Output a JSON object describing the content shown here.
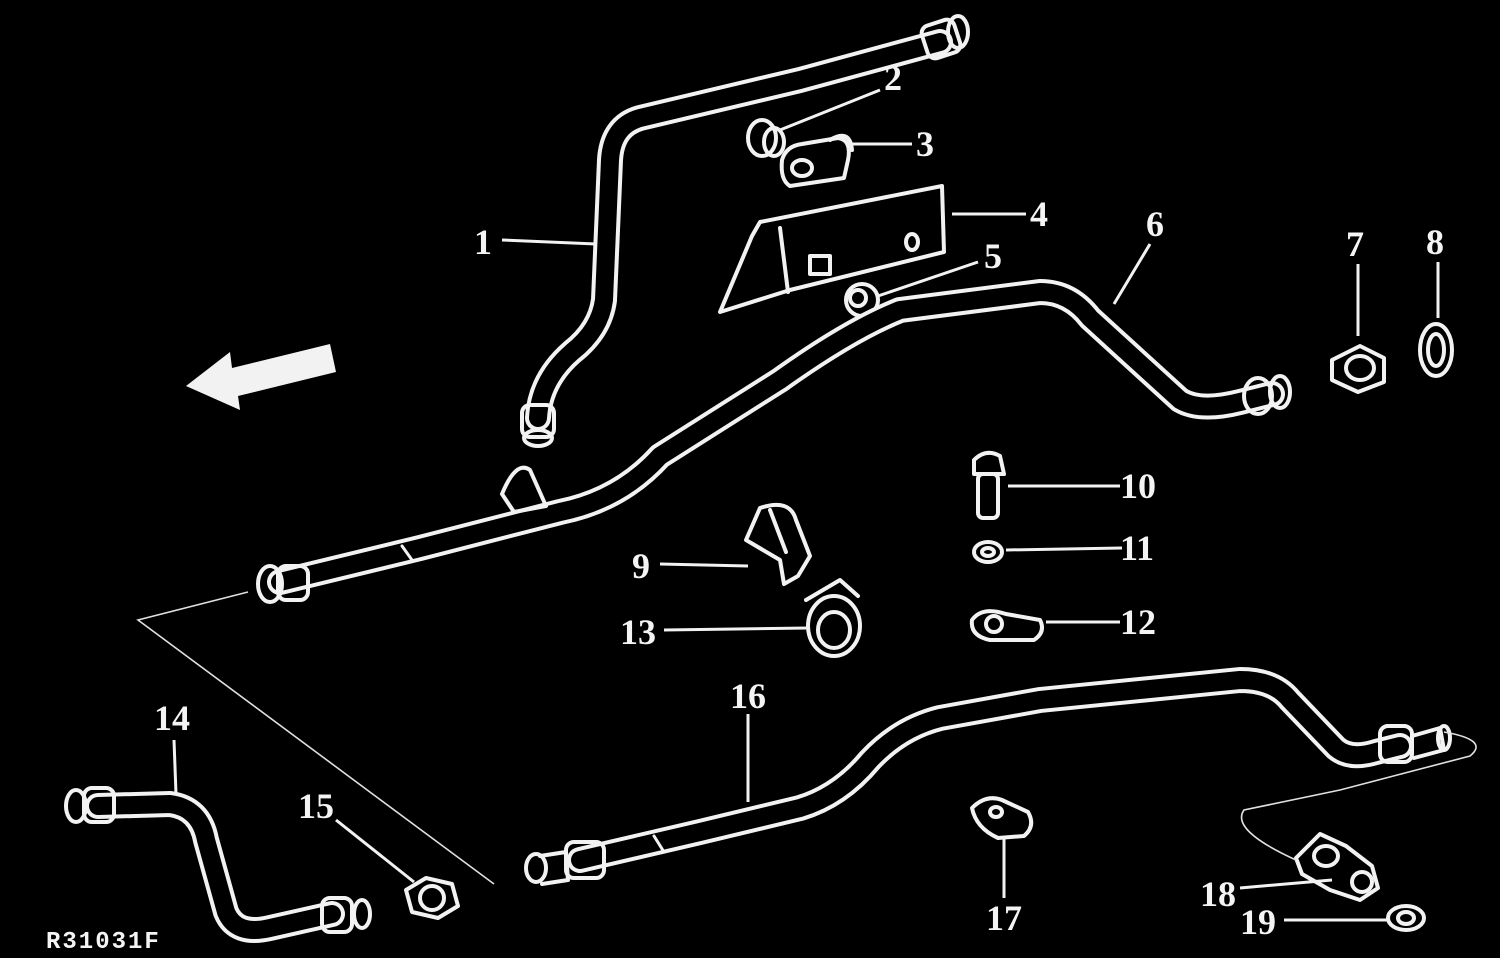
{
  "callouts": {
    "c1": "1",
    "c2": "2",
    "c3": "3",
    "c4": "4",
    "c5": "5",
    "c6": "6",
    "c7": "7",
    "c8": "8",
    "c9": "9",
    "c10": "10",
    "c11": "11",
    "c12": "12",
    "c13": "13",
    "c14": "14",
    "c15": "15",
    "c16": "16",
    "c17": "17",
    "c18": "18",
    "c19": "19"
  },
  "figure_id": "R31031F"
}
